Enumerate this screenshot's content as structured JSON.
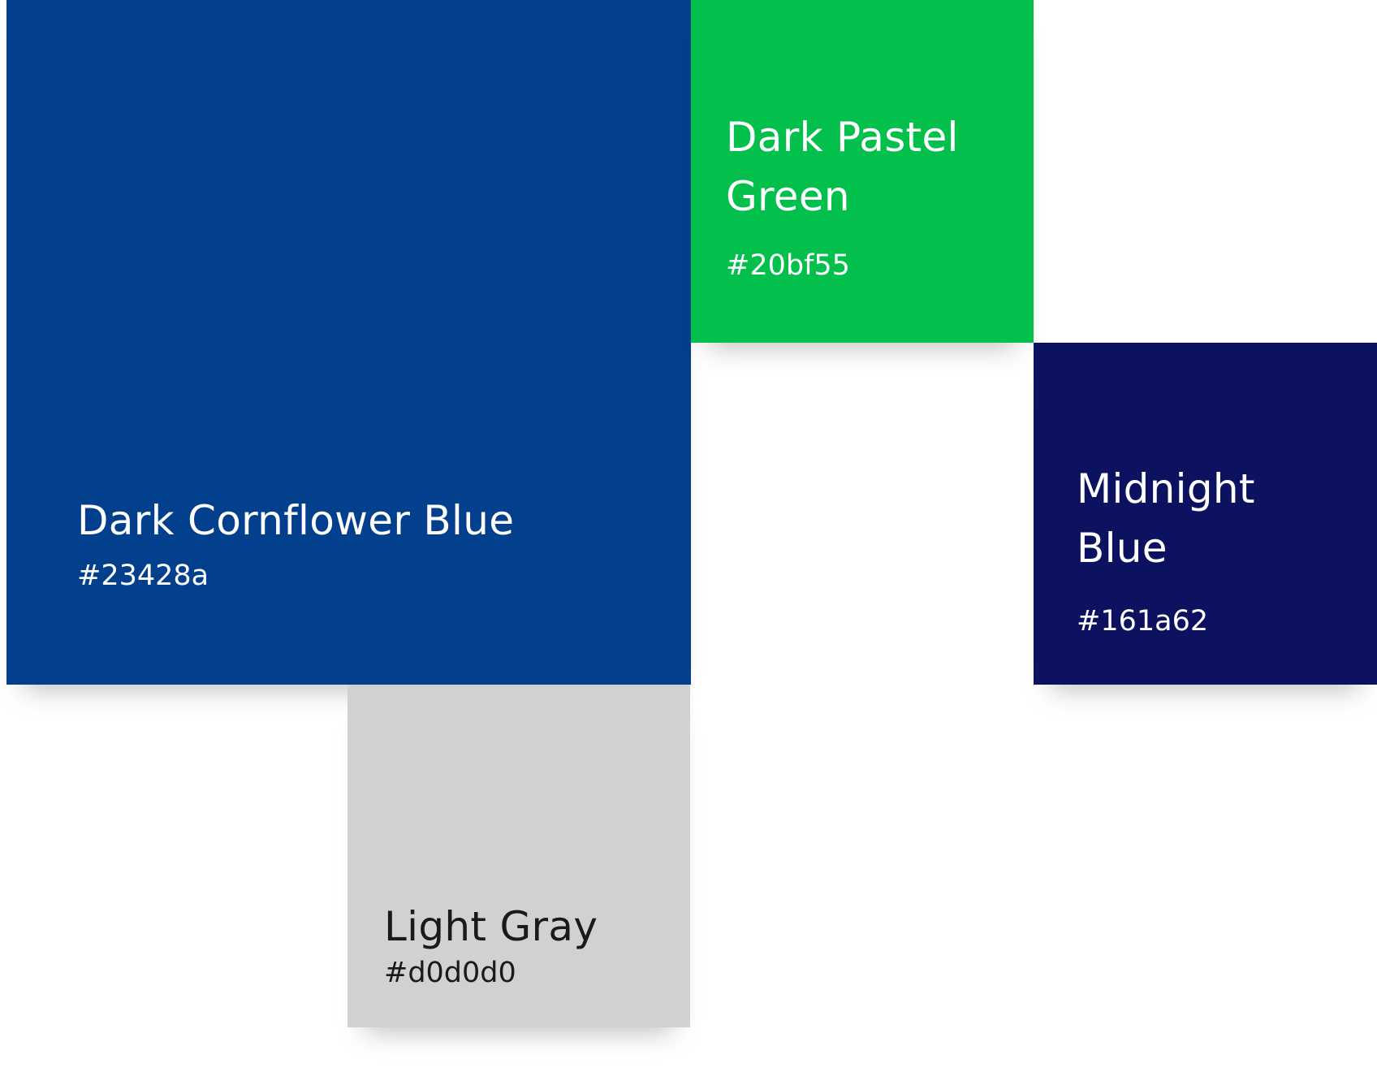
{
  "palette": {
    "swatches": [
      {
        "name": "Dark Cornflower Blue",
        "hex": "#23428a",
        "fill": "#023f8c",
        "text_color": "#ffffff"
      },
      {
        "name": "Dark Pastel Green",
        "hex": "#20bf55",
        "fill": "#03c04c",
        "text_color": "#ffffff"
      },
      {
        "name": "Midnight Blue",
        "hex": "#161a62",
        "fill": "#0d1260",
        "text_color": "#ffffff"
      },
      {
        "name": "Light Gray",
        "hex": "#d0d0d0",
        "fill": "#d1d1d1",
        "text_color": "#1a1a1a"
      }
    ]
  }
}
